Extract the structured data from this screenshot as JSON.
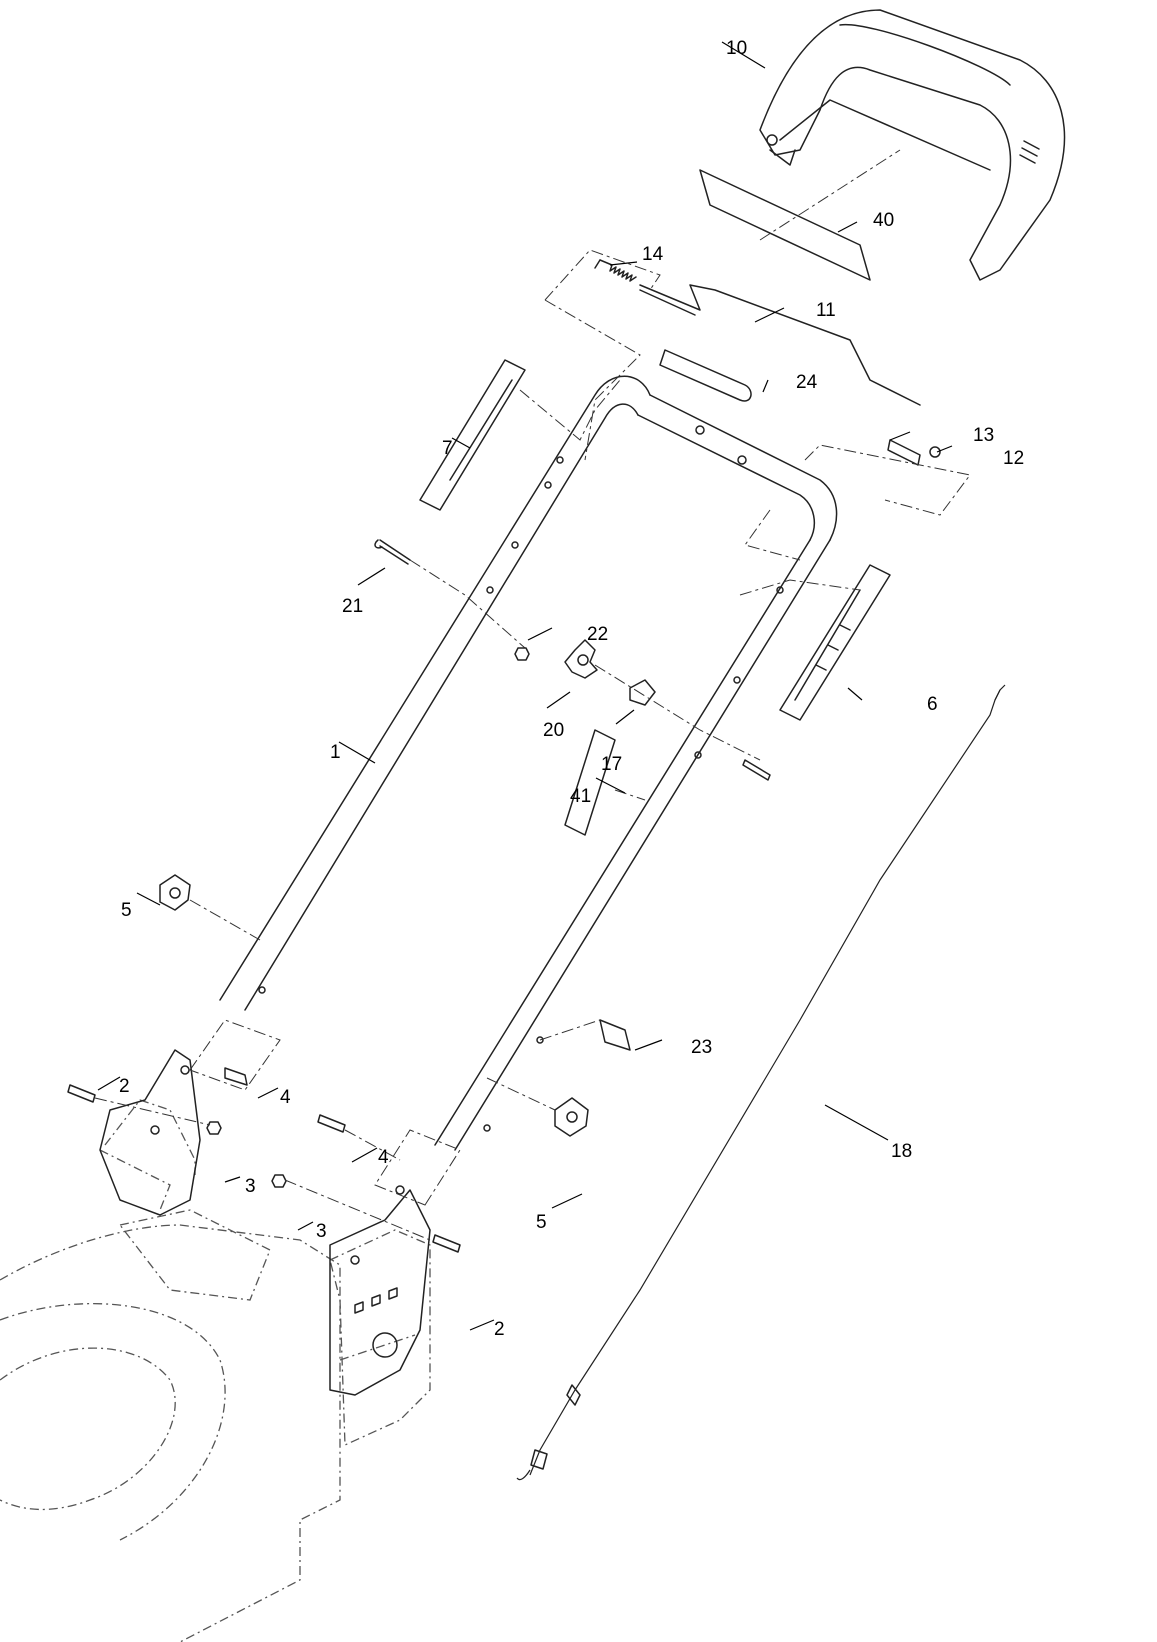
{
  "callouts": {
    "c1": "1",
    "c2a": "2",
    "c2b": "2",
    "c3a": "3",
    "c3b": "3",
    "c4a": "4",
    "c4b": "4",
    "c5a": "5",
    "c5b": "5",
    "c6": "6",
    "c7": "7",
    "c10": "10",
    "c11": "11",
    "c12": "12",
    "c13": "13",
    "c14": "14",
    "c17": "17",
    "c18": "18",
    "c20": "20",
    "c21": "21",
    "c22": "22",
    "c23": "23",
    "c24": "24",
    "c40": "40",
    "c41": "41"
  }
}
